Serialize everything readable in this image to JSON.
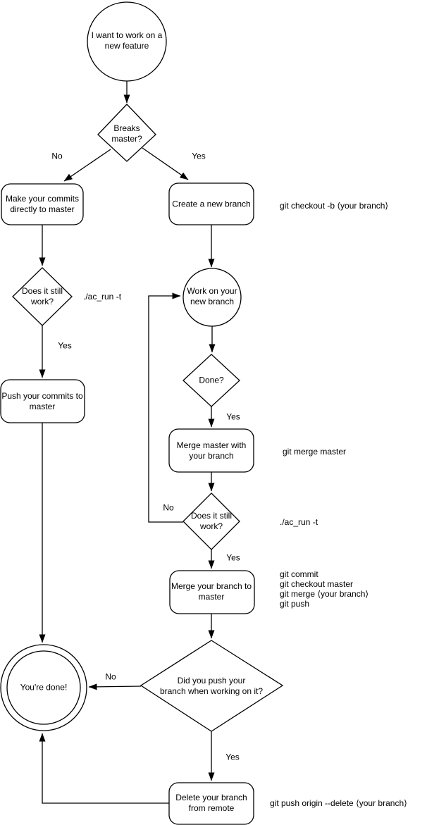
{
  "diagram": {
    "type": "flowchart",
    "background_color": "#ffffff",
    "stroke_color": "#000000",
    "text_color": "#000000",
    "nodes": {
      "start": {
        "shape": "circle",
        "label": "I want to work on a\nnew feature"
      },
      "breaks_master": {
        "shape": "diamond",
        "label": "Breaks\nmaster?"
      },
      "make_commits": {
        "shape": "rounded-rect",
        "label": "Make your commits\ndirectly to master"
      },
      "create_branch": {
        "shape": "rounded-rect",
        "label": "Create a new branch"
      },
      "still_work_left": {
        "shape": "diamond",
        "label": "Does it still\nwork?"
      },
      "push_commits": {
        "shape": "rounded-rect",
        "label": "Push your commits to\nmaster"
      },
      "work_branch": {
        "shape": "circle",
        "label": "Work on your\nnew branch"
      },
      "done": {
        "shape": "diamond",
        "label": "Done?"
      },
      "merge_master": {
        "shape": "rounded-rect",
        "label": "Merge master with\nyour branch"
      },
      "still_work_right": {
        "shape": "diamond",
        "label": "Does it still\nwork?"
      },
      "merge_branch": {
        "shape": "rounded-rect",
        "label": "Merge your branch to\nmaster"
      },
      "did_push": {
        "shape": "diamond",
        "label": "Did you push your\nbranch when working on it?"
      },
      "youre_done": {
        "shape": "double-circle",
        "label": "You're done!"
      },
      "delete_branch": {
        "shape": "rounded-rect",
        "label": "Delete your branch\nfrom remote"
      }
    },
    "edge_labels": {
      "no_breaks": "No",
      "yes_breaks": "Yes",
      "yes_still_left": "Yes",
      "yes_done": "Yes",
      "no_still_right": "No",
      "yes_still_right": "Yes",
      "no_did_push": "No",
      "yes_did_push": "Yes"
    },
    "annotations": {
      "checkout_cmd": "git checkout -b ⟨your branch⟩",
      "ac_run_left": "./ac_run -t",
      "merge_master_cmd": "git merge master",
      "ac_run_right": "./ac_run -t",
      "merge_branch_cmds": "git commit\ngit checkout master\ngit merge ⟨your branch⟩\ngit push",
      "delete_cmd": "git push origin --delete ⟨your branch⟩"
    }
  }
}
